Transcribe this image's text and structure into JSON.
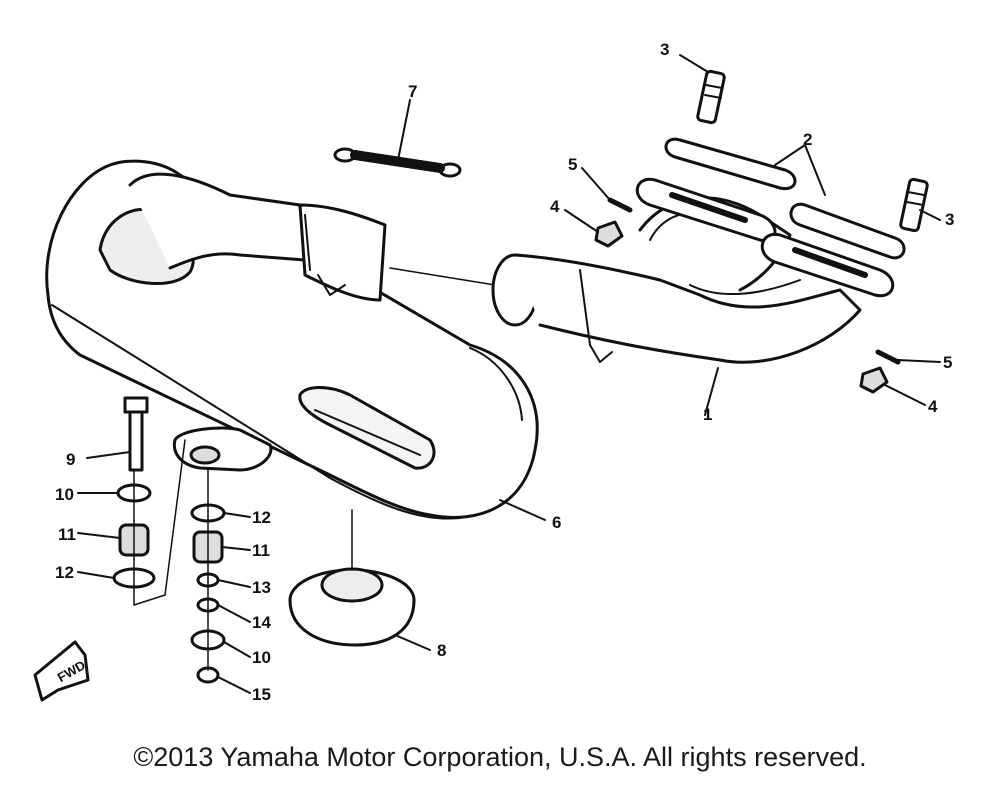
{
  "diagram": {
    "callouts": {
      "c1": "1",
      "c2": "2",
      "c3a": "3",
      "c3b": "3",
      "c4a": "4",
      "c4b": "4",
      "c5a": "5",
      "c5b": "5",
      "c6": "6",
      "c7": "7",
      "c8": "8",
      "c9": "9",
      "c10a": "10",
      "c10b": "10",
      "c11a": "11",
      "c11b": "11",
      "c12a": "12",
      "c12b": "12",
      "c13": "13",
      "c14": "14",
      "c15": "15"
    },
    "fwd_label": "FWD",
    "copyright": "©2013 Yamaha Motor Corporation, U.S.A. All rights reserved."
  }
}
